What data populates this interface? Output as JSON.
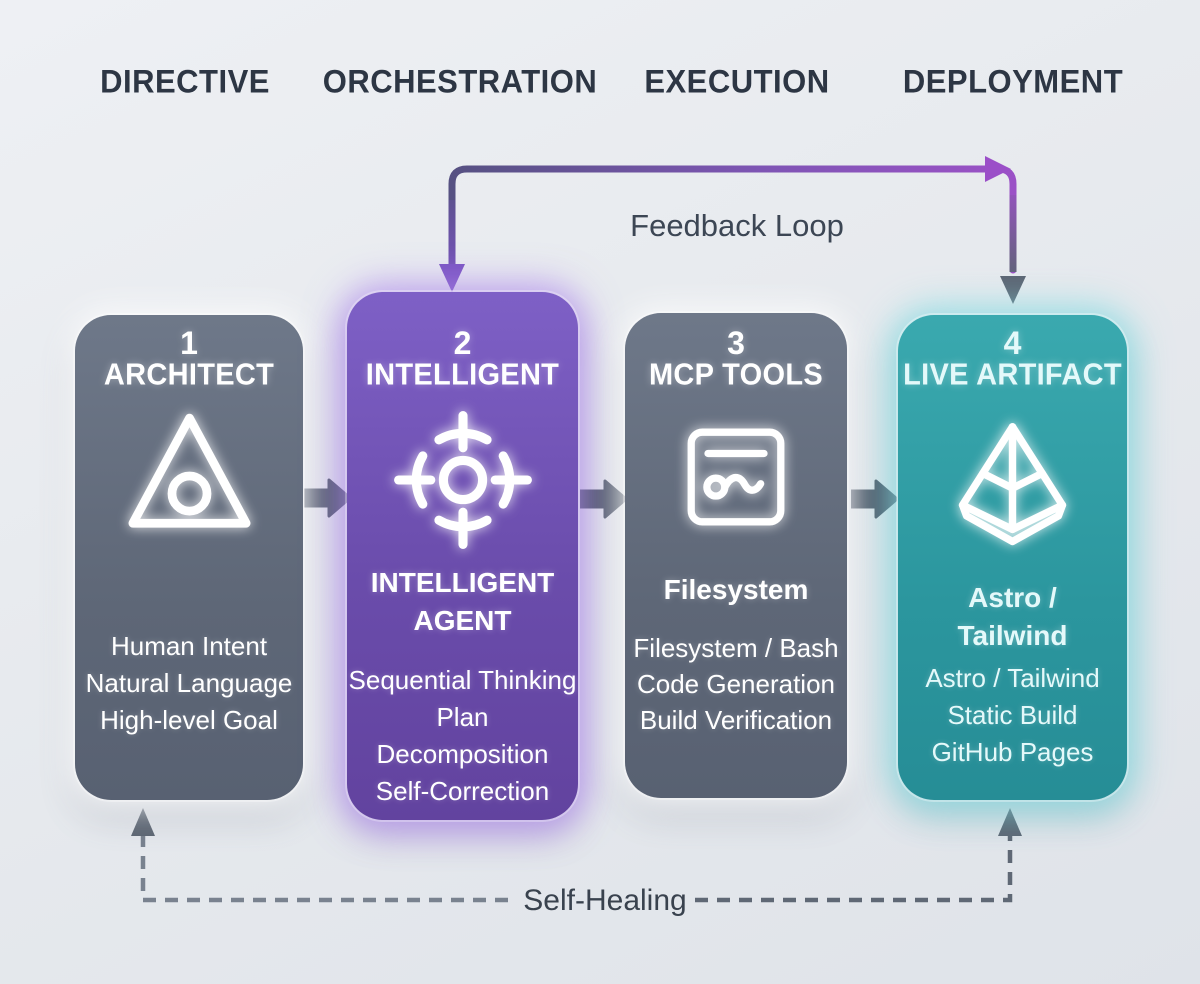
{
  "columns": [
    {
      "label": "DIRECTIVE"
    },
    {
      "label": "ORCHESTRATION"
    },
    {
      "label": "EXECUTION"
    },
    {
      "label": "DEPLOYMENT"
    }
  ],
  "feedback_loop": {
    "label": "Feedback Loop"
  },
  "self_healing": {
    "label": "Self-Healing"
  },
  "cards": [
    {
      "number": "1",
      "title": "ARCHITECT",
      "icon": "triangle-circle-icon",
      "lines": [
        "Human Intent",
        "Natural Language",
        "High-level Goal"
      ]
    },
    {
      "number": "2",
      "title": "INTELLIGENT",
      "icon": "crosshair-target-icon",
      "subtitle": "INTELLIGENT AGENT",
      "lines": [
        "Sequential Thinking",
        "Plan Decomposition",
        "Self-Correction"
      ]
    },
    {
      "number": "3",
      "title": "MCP TOOLS",
      "icon": "browser-wave-icon",
      "subtitle": "Filesystem",
      "lines": [
        "Filesystem / Bash",
        "Code Generation",
        "Build Verification"
      ]
    },
    {
      "number": "4",
      "title": "LIVE ARTIFACT",
      "icon": "pyramid-icon",
      "subtitle": "Astro / Tailwind",
      "lines": [
        "Astro / Tailwind",
        "Static Build",
        "GitHub Pages"
      ]
    }
  ],
  "colors": {
    "card_gray": "#5e6777",
    "card_purple": "#6a4cab",
    "card_teal": "#2b969e",
    "inter_arrow": "#4b5565",
    "feedback_purple": "#9b51c6",
    "feedback_indigo": "#565182",
    "self_heal_gray": "#6d7683",
    "header_text": "#2d3644"
  }
}
